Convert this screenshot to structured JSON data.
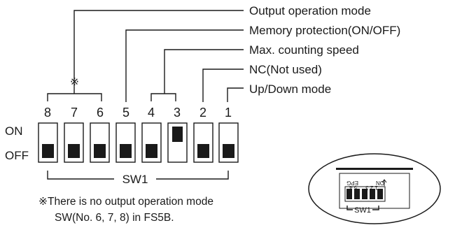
{
  "labels": {
    "output_mode": "Output operation mode",
    "memory_protection": "Memory protection(ON/OFF)",
    "counting_speed": "Max. counting speed",
    "nc": "NC(Not used)",
    "updown": "Up/Down mode"
  },
  "asterisk": "※",
  "state_labels": {
    "on": "ON",
    "off": "OFF"
  },
  "group_label": "SW1",
  "switches": [
    {
      "number": "8",
      "state": "OFF"
    },
    {
      "number": "7",
      "state": "OFF"
    },
    {
      "number": "6",
      "state": "OFF"
    },
    {
      "number": "5",
      "state": "OFF"
    },
    {
      "number": "4",
      "state": "OFF"
    },
    {
      "number": "3",
      "state": "ON"
    },
    {
      "number": "2",
      "state": "OFF"
    },
    {
      "number": "1",
      "state": "OFF"
    }
  ],
  "note": {
    "line1": "※There  is no output operation mode",
    "line2": "SW(No. 6, 7, 8) in FS5B."
  },
  "inset": {
    "label": "SW1",
    "on_label": "ON",
    "numbers_label": "1 2 3",
    "epg_label": "EPG",
    "numbers_label_2": "5 4"
  }
}
